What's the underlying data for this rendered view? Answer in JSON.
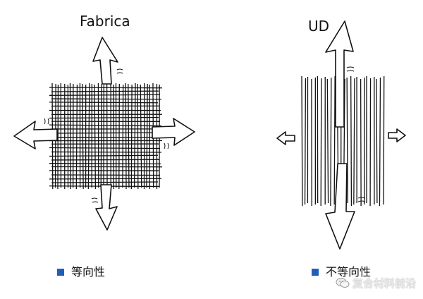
{
  "diagram": {
    "left_panel": {
      "title": "Fabrica"
    },
    "right_panel": {
      "title": "UD"
    }
  },
  "legend": {
    "left": {
      "text": "等向性"
    },
    "right": {
      "text": "不等向性"
    },
    "swatch_color": "#1F5FB8"
  },
  "watermark": {
    "text": "复合材料前沿",
    "icon": "wechat-icon"
  },
  "colors": {
    "ink": "#111111",
    "arrow_fill": "#ffffff",
    "background": "#ffffff"
  }
}
